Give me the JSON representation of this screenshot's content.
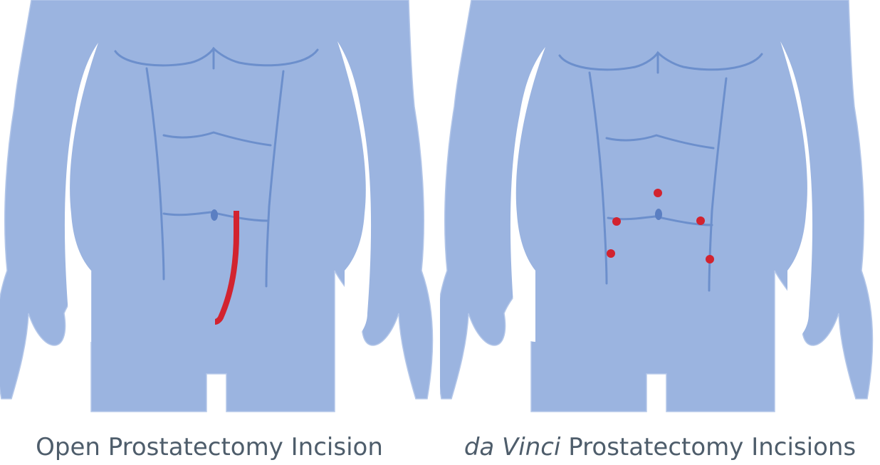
{
  "colors": {
    "body_fill": "#9bb4e0",
    "body_outline": "#b4c7e9",
    "anatomy_line": "#6c8fcc",
    "navel": "#5b7fc2",
    "incision": "#d2232f"
  },
  "figures": {
    "open": {
      "caption": "Open Prostatectomy Incision",
      "incision_type": "single vertical lower-abdominal incision"
    },
    "davinci": {
      "caption_italic": "da Vinci",
      "caption_rest": " Prostatectomy Incisions",
      "incision_type": "port incisions",
      "incision_count": 5
    }
  }
}
